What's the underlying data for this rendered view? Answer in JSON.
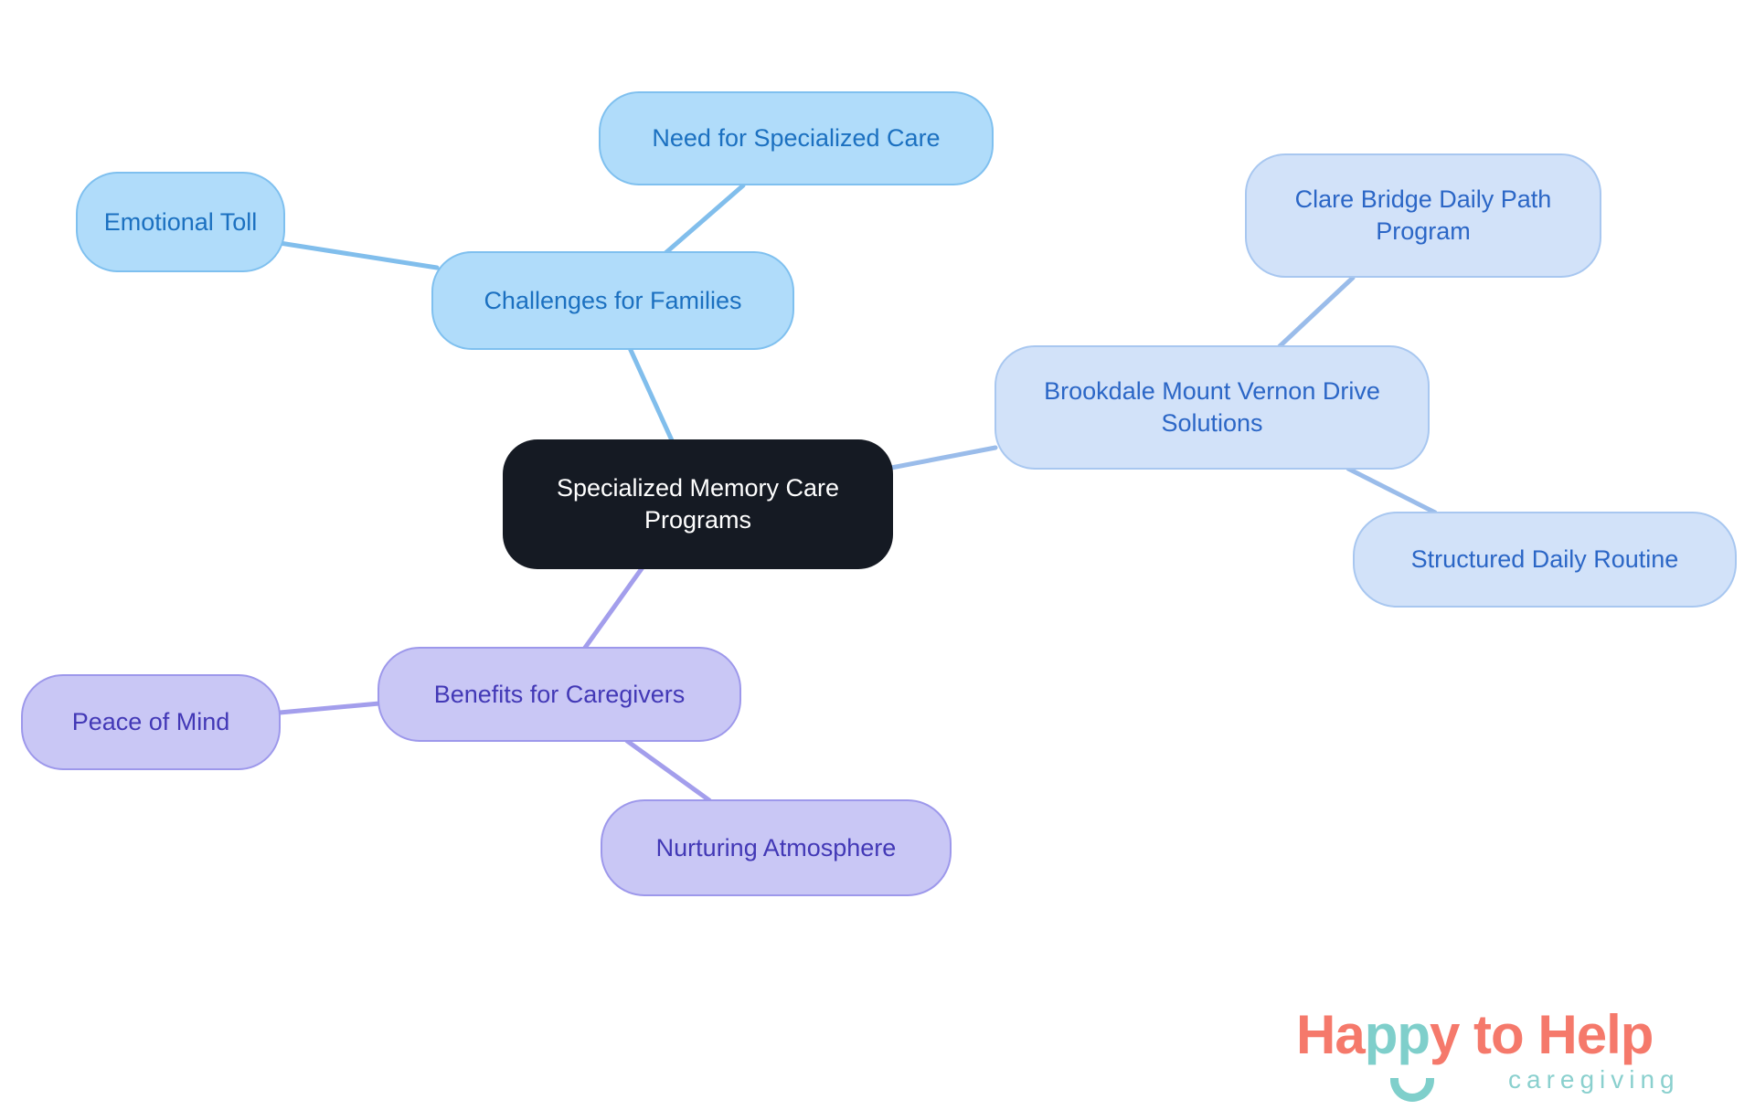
{
  "diagram": {
    "type": "mindmap",
    "background_color": "#ffffff",
    "nodes": {
      "central": {
        "label": "Specialized Memory Care Programs",
        "role": "root",
        "fill": "#151a23",
        "text_color": "#ffffff"
      },
      "challenges": {
        "label": "Challenges for Families",
        "role": "branch",
        "fill": "#b0dcfa",
        "text_color": "#1b70c0"
      },
      "emotional": {
        "label": "Emotional Toll",
        "role": "leaf",
        "fill": "#b0dcfa",
        "text_color": "#1b70c0"
      },
      "need": {
        "label": "Need for Specialized Care",
        "role": "leaf",
        "fill": "#b0dcfa",
        "text_color": "#1b70c0"
      },
      "brookdale": {
        "label": "Brookdale Mount Vernon Drive Solutions",
        "role": "branch",
        "fill": "#d2e2f9",
        "text_color": "#2b66c6"
      },
      "clare": {
        "label": "Clare Bridge Daily Path Program",
        "role": "leaf",
        "fill": "#d2e2f9",
        "text_color": "#2b66c6"
      },
      "structured": {
        "label": "Structured Daily Routine",
        "role": "leaf",
        "fill": "#d2e2f9",
        "text_color": "#2b66c6"
      },
      "benefits": {
        "label": "Benefits for Caregivers",
        "role": "branch",
        "fill": "#c9c7f5",
        "text_color": "#4238b6"
      },
      "peace": {
        "label": "Peace of Mind",
        "role": "leaf",
        "fill": "#c9c7f5",
        "text_color": "#4238b6"
      },
      "nurturing": {
        "label": "Nurturing Atmosphere",
        "role": "leaf",
        "fill": "#c9c7f5",
        "text_color": "#4238b6"
      }
    },
    "edges": [
      {
        "from": "central",
        "to": "challenges",
        "color": "#81beec"
      },
      {
        "from": "challenges",
        "to": "emotional",
        "color": "#81beec"
      },
      {
        "from": "challenges",
        "to": "need",
        "color": "#81beec"
      },
      {
        "from": "central",
        "to": "brookdale",
        "color": "#9abcea"
      },
      {
        "from": "brookdale",
        "to": "clare",
        "color": "#9abcea"
      },
      {
        "from": "brookdale",
        "to": "structured",
        "color": "#9abcea"
      },
      {
        "from": "central",
        "to": "benefits",
        "color": "#a39eec"
      },
      {
        "from": "benefits",
        "to": "peace",
        "color": "#a39eec"
      },
      {
        "from": "benefits",
        "to": "nurturing",
        "color": "#a39eec"
      }
    ]
  },
  "logo": {
    "word_ha": "Ha",
    "word_pp": "pp",
    "word_y": "y",
    "word_to": " to ",
    "word_help": "Help",
    "tagline": "caregiving",
    "coral": "#f5796b",
    "teal": "#7fcfcb"
  }
}
